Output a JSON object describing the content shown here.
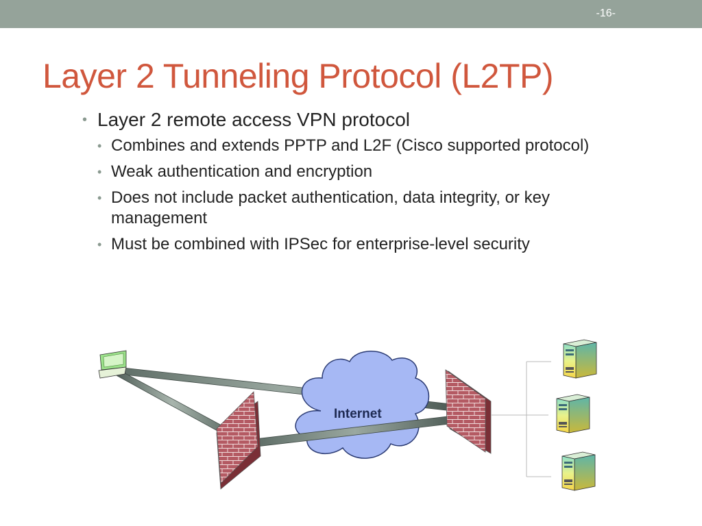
{
  "slide": {
    "page_number": "-16-",
    "title": "Layer 2 Tunneling Protocol (L2TP)",
    "bullet": "Layer 2 remote access VPN protocol",
    "sub_bullets": [
      "Combines and extends PPTP and L2F (Cisco supported protocol)",
      "Weak authentication and encryption",
      "Does not include packet authentication, data integrity, or key management",
      "Must be combined with IPSec for enterprise-level security"
    ],
    "bullet_glyph": "•"
  },
  "diagram": {
    "cloud_label": "Internet",
    "icons": [
      "laptop-icon",
      "firewall-icon",
      "cloud-icon",
      "server-icon"
    ],
    "colors": {
      "cloud_fill": "#a6b8f4",
      "brick": "#b45a63",
      "tunnel": "#6b7a72",
      "title": "#d0573d",
      "header_bar": "#95a39a"
    }
  }
}
